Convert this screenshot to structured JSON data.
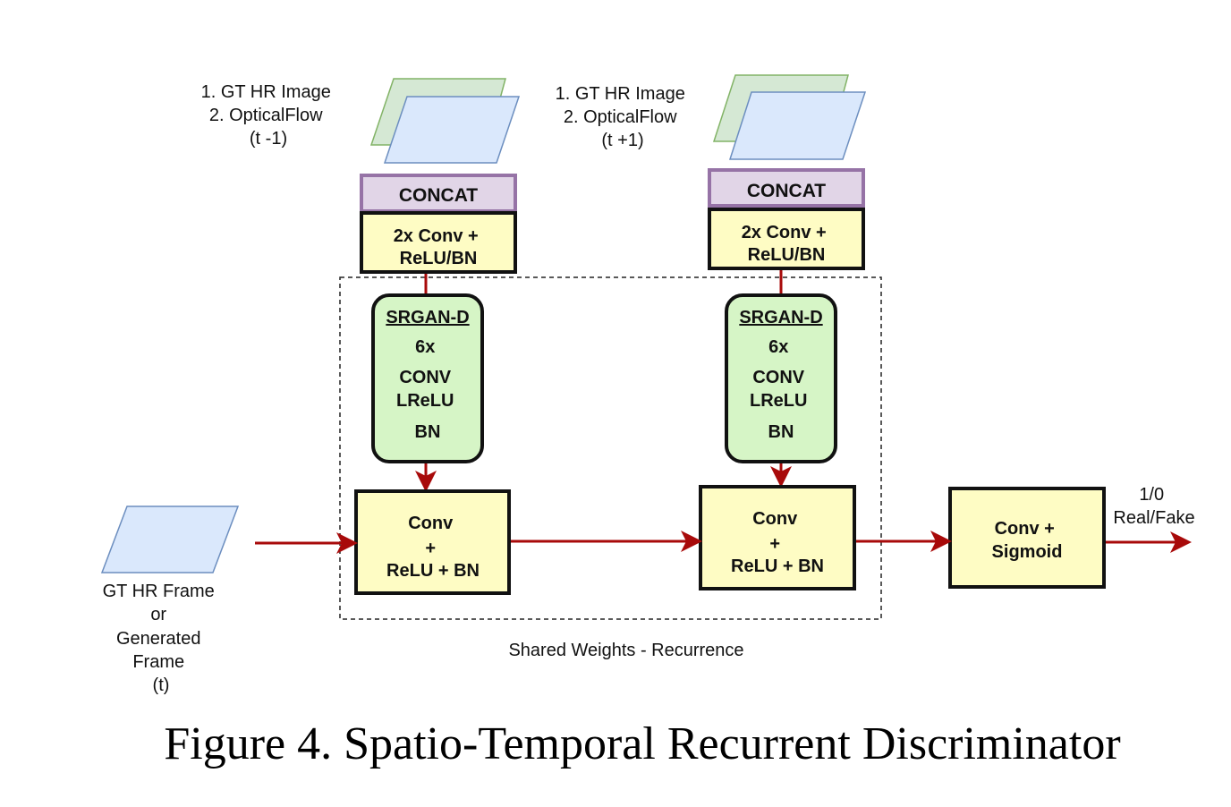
{
  "colors": {
    "accent_arrow": "#a80a0a",
    "concat_fill": "#e1d5e7",
    "concat_border": "#9673a6",
    "conv_fill": "#fefcc4",
    "srgan_fill": "#d6f5c6",
    "input_blue_fill": "#dae8fc",
    "input_blue_border": "#6c8ebf",
    "input_green_fill": "#d5e8d4",
    "input_green_border": "#82b366"
  },
  "inputs": {
    "left_top": {
      "lines": [
        "1. GT HR Image",
        "2. OpticalFlow",
        "(t -1)"
      ]
    },
    "right_top": {
      "lines": [
        "1. GT HR Image",
        "2. OpticalFlow",
        "(t +1)"
      ]
    },
    "current": {
      "lines": [
        "GT HR Frame",
        "or",
        "Generated",
        "Frame",
        "(t)"
      ]
    }
  },
  "blocks": {
    "concat_left": "CONCAT",
    "concat_right": "CONCAT",
    "conv2x_left": [
      "2x Conv +",
      "ReLU/BN"
    ],
    "conv2x_right": [
      "2x Conv +",
      "ReLU/BN"
    ],
    "srgan_left": {
      "title": "SRGAN-D",
      "lines": [
        "6x",
        "CONV",
        "LReLU",
        "BN"
      ]
    },
    "srgan_right": {
      "title": "SRGAN-D",
      "lines": [
        "6x",
        "CONV",
        "LReLU",
        "BN"
      ]
    },
    "conv_left": [
      "Conv",
      "+",
      "ReLU + BN"
    ],
    "conv_right": [
      "Conv",
      "+",
      "ReLU + BN"
    ],
    "conv_sigmoid": [
      "Conv +",
      "Sigmoid"
    ]
  },
  "output": {
    "lines": [
      "1/0",
      "Real/Fake"
    ]
  },
  "shared_weights_label": "Shared Weights - Recurrence",
  "caption": "Figure 4. Spatio-Temporal Recurrent Discriminator"
}
